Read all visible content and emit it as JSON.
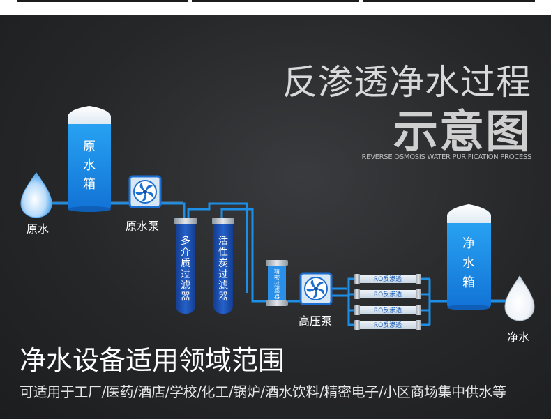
{
  "header": {
    "title_line1": "反渗透净水过程",
    "title_line2": "示意图",
    "subtitle": "REVERSE OSMOSIS WATER PURIFICATION PROCESS"
  },
  "diagram": {
    "raw_water_label": "原水",
    "raw_tank_text": [
      "原",
      "水",
      "箱"
    ],
    "raw_pump_label": "原水泵",
    "filter1_text": [
      "多",
      "介",
      "质",
      "过",
      "滤",
      "器"
    ],
    "filter2_text": [
      "活",
      "性",
      "炭",
      "过",
      "滤",
      "器"
    ],
    "precision_filter_text": [
      "精",
      "密",
      "过",
      "滤",
      "器"
    ],
    "hp_pump_label": "高压泵",
    "ro_membranes": [
      "RO反渗透",
      "RO反渗透",
      "RO反渗透",
      "RO反渗透"
    ],
    "pure_tank_text": [
      "净",
      "水",
      "箱"
    ],
    "pure_water_label": "净水"
  },
  "applications": {
    "title": "净水设备适用领域范围",
    "description": "可适用于工厂/医药/酒店/学校/化工/锅炉/酒水饮料/精密电子/小区商场集中供水等"
  },
  "colors": {
    "pipe": "#1e8fe6",
    "tank_top": "#ffffff",
    "tank_fill": "#1f88ea",
    "filter_body": "#1b4fb0",
    "pump_blue": "#1c6fd0",
    "background": "#2c2d30"
  }
}
